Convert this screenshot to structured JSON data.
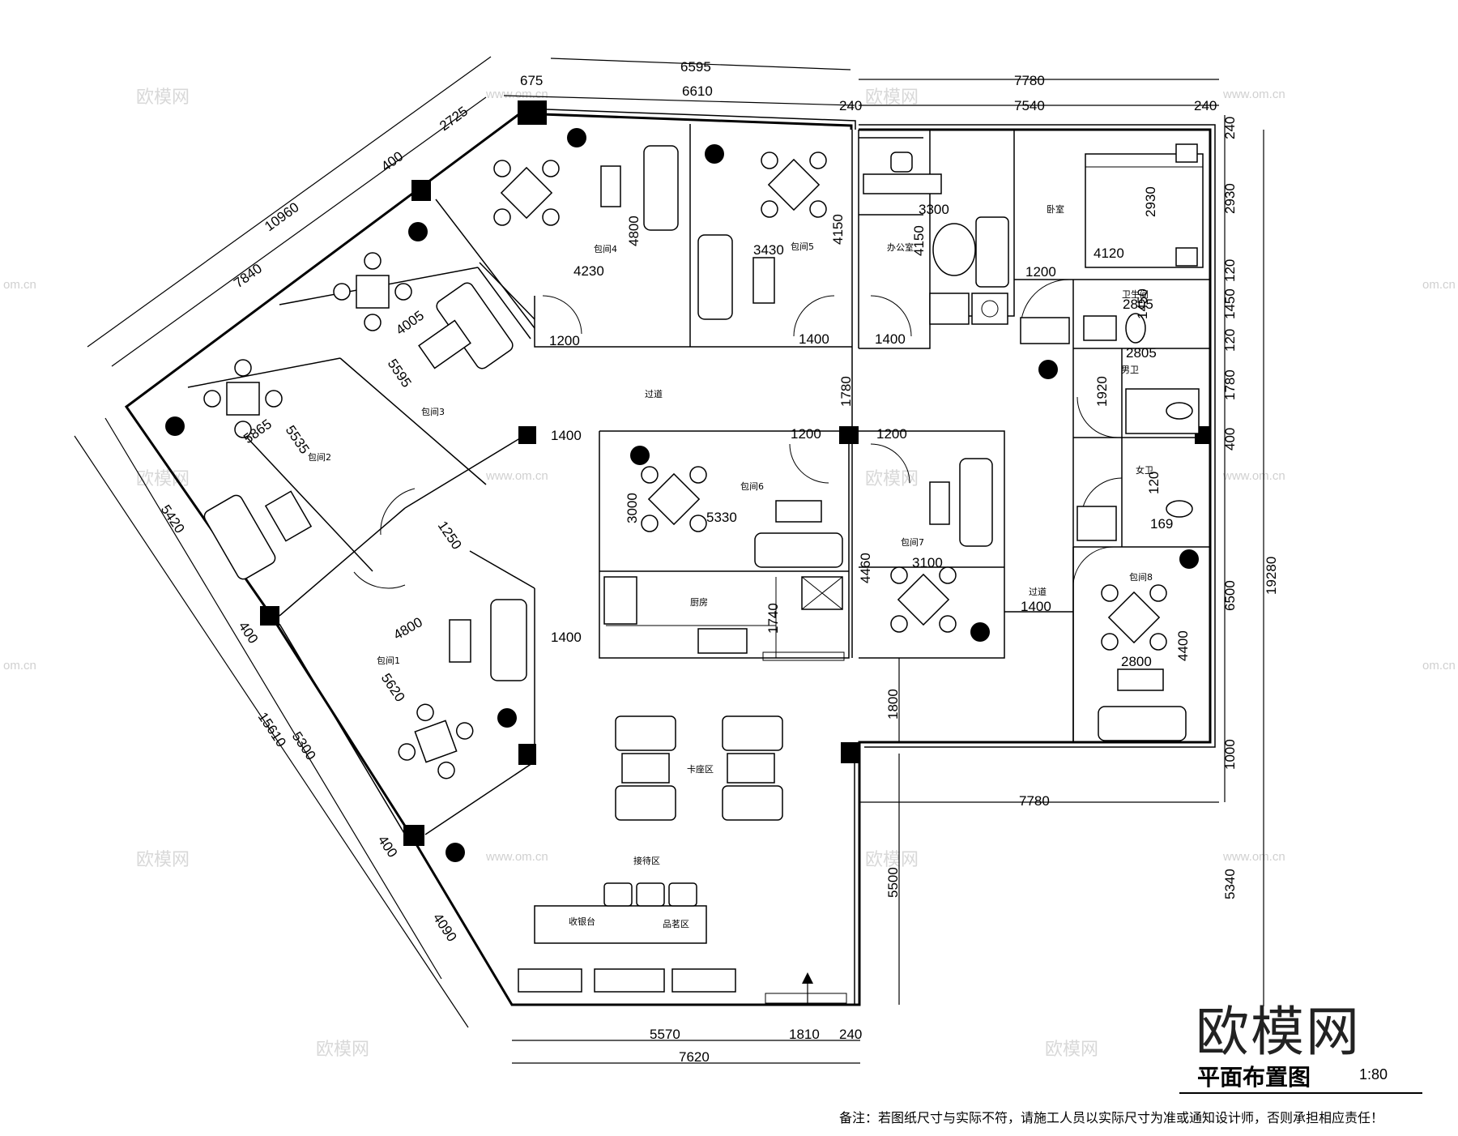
{
  "drawing": {
    "title": "平面布置图",
    "scale": "1:80",
    "note": "备注：若图纸尺寸与实际不符，请施工人员以实际尺寸为准或通知设计师，否则承担相应责任！",
    "brand": "欧模网",
    "watermark_text": "欧模网",
    "watermark_url": "www.om.cn",
    "watermark_url_short": "om.cn"
  },
  "rooms": {
    "private_1": "包间1",
    "private_2": "包间2",
    "private_3": "包间3",
    "private_4": "包间4",
    "private_5": "包间5",
    "private_6": "包间6",
    "private_7": "包间7",
    "private_8": "包间8",
    "office": "办公室",
    "bedroom": "卧室",
    "bathroom": "卫生间",
    "mens_toilet": "男卫",
    "womens_toilet": "女卫",
    "corridor_upper": "过道",
    "corridor_right": "过道",
    "kitchen": "厨房",
    "booth_area": "卡座区",
    "reception_area": "接待区",
    "cashier": "收银台",
    "tea_area": "品茗区"
  },
  "dimensions": {
    "top_overall_left": "6595",
    "top_overall_right": "7780",
    "top_seg_675": "675",
    "top_seg_6610": "6610",
    "top_seg_240a": "240",
    "top_seg_7540": "7540",
    "top_seg_240b": "240",
    "diag_10960": "10960",
    "diag_2725": "2725",
    "diag_400a": "400",
    "diag_7840": "7840",
    "left_5420": "5420",
    "left_400": "400",
    "left_15610": "15610",
    "left_5300": "5300",
    "left_400b": "400",
    "left_4090": "4090",
    "right_240": "240",
    "right_2930": "2930",
    "right_120a": "120",
    "right_1450": "1450",
    "right_120b": "120",
    "right_1780": "1780",
    "right_400": "400",
    "right_6500": "6500",
    "right_19280": "19280",
    "right_1000": "1000",
    "right_5340": "5340",
    "bottom_5570": "5570",
    "bottom_1810": "1810",
    "bottom_240": "240",
    "bottom_7620": "7620",
    "mid_7780": "7780",
    "mid_5500": "5500",
    "mid_1800": "1800",
    "r4_4800": "4800",
    "r4_4230": "4230",
    "r5_3430": "3430",
    "r5_4150": "4150",
    "d_1200a": "1200",
    "d_1400a": "1400",
    "d_1400b": "1400",
    "office_3300": "3300",
    "office_4150": "4150",
    "bed_2930": "2930",
    "bed_4120": "4120",
    "bath_1200": "1200",
    "bath_2805a": "2805",
    "bath_1450": "1450",
    "mt_2805": "2805",
    "mt_1920": "1920",
    "wt_120": "120",
    "wt_169": "169",
    "cor_1780": "1780",
    "r3_4005": "4005",
    "r3_5595": "5595",
    "r2_5865": "5865",
    "r2_5535": "5535",
    "d_1250": "1250",
    "r1_4800": "4800",
    "r1_5620": "5620",
    "k_1400a": "1400",
    "k_1400b": "1400",
    "r6_1200": "1200",
    "r6_3000": "3000",
    "r6_5330": "5330",
    "k_1740": "1740",
    "r7_1200": "1200",
    "r7_4460": "4460",
    "r7_3100": "3100",
    "cor_1400": "1400",
    "r8_2800": "2800",
    "r8_4400": "4400"
  }
}
